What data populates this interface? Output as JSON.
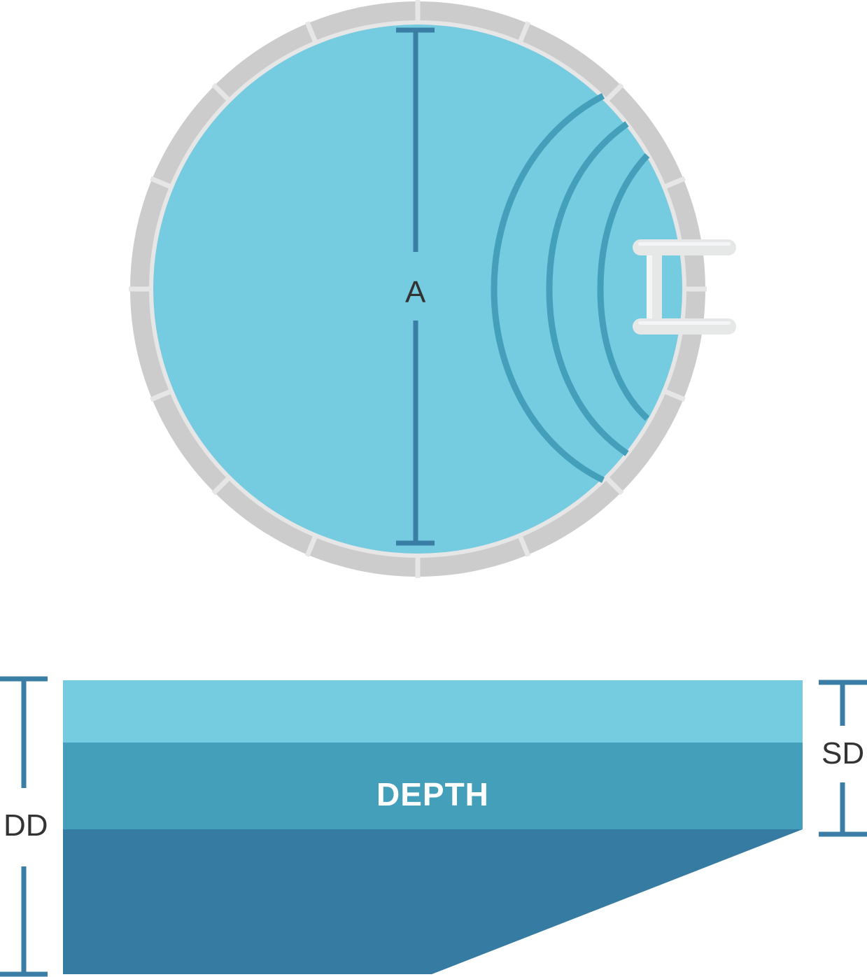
{
  "labels": {
    "diameter": "A",
    "depth": "DEPTH",
    "deep_depth": "DD",
    "shallow_depth": "SD"
  },
  "colors": {
    "water": "#75cbe0",
    "mid": "#449fbb",
    "deep": "#367ba2",
    "measure": "#3a7ea6",
    "coping": "#cccccc",
    "coping_inner": "#e6e6e6",
    "ladder": "#e6e7e7"
  }
}
